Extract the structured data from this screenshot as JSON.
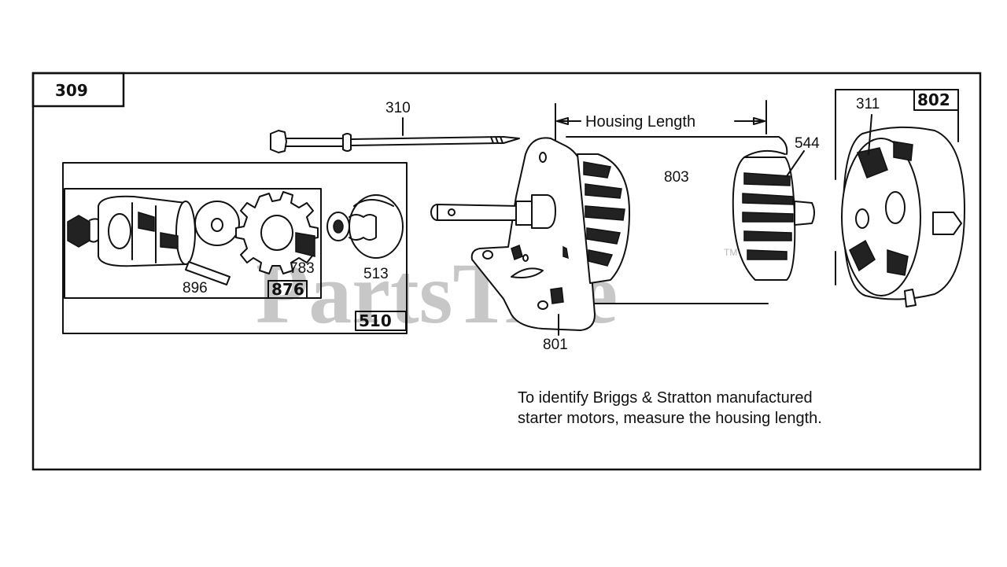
{
  "diagram": {
    "group_label": "309",
    "watermark": "PartsTree",
    "trademark": "TM",
    "housing_length_label": "Housing Length",
    "callouts": {
      "c310": "310",
      "c311": "311",
      "c802": "802",
      "c544": "544",
      "c803": "803",
      "c801": "801",
      "c783": "783",
      "c513": "513",
      "c896": "896",
      "c876": "876",
      "c510": "510"
    },
    "note_line_1": "To identify Briggs & Stratton manufactured",
    "note_line_2": "starter motors, measure the housing length."
  }
}
